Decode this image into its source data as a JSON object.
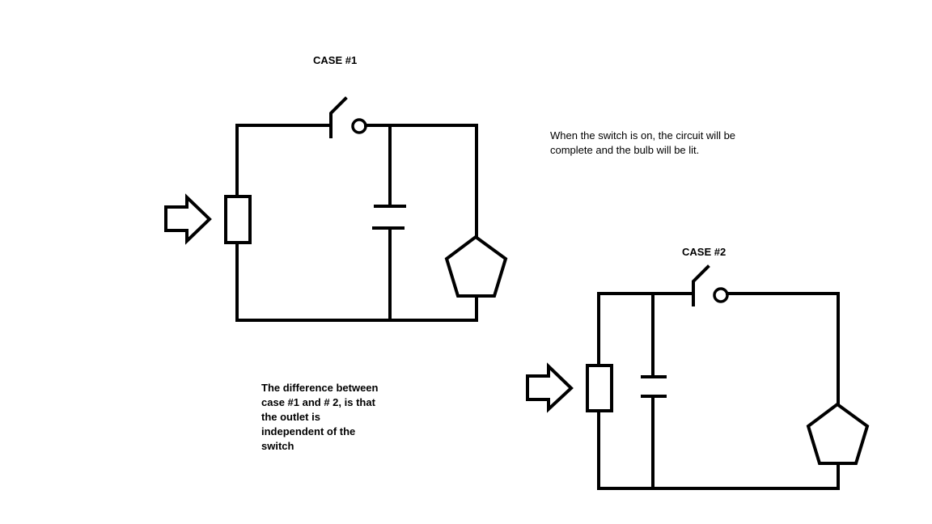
{
  "case1": {
    "title": "CASE #1"
  },
  "case2": {
    "title": "CASE #2"
  },
  "notes": {
    "switch_note": "When the switch is on, the circuit will be complete and the bulb will be lit.",
    "difference_note": "The difference between case #1 and # 2, is that the outlet is independent of the switch"
  },
  "colors": {
    "line": "#000000",
    "background": "#ffffff"
  }
}
